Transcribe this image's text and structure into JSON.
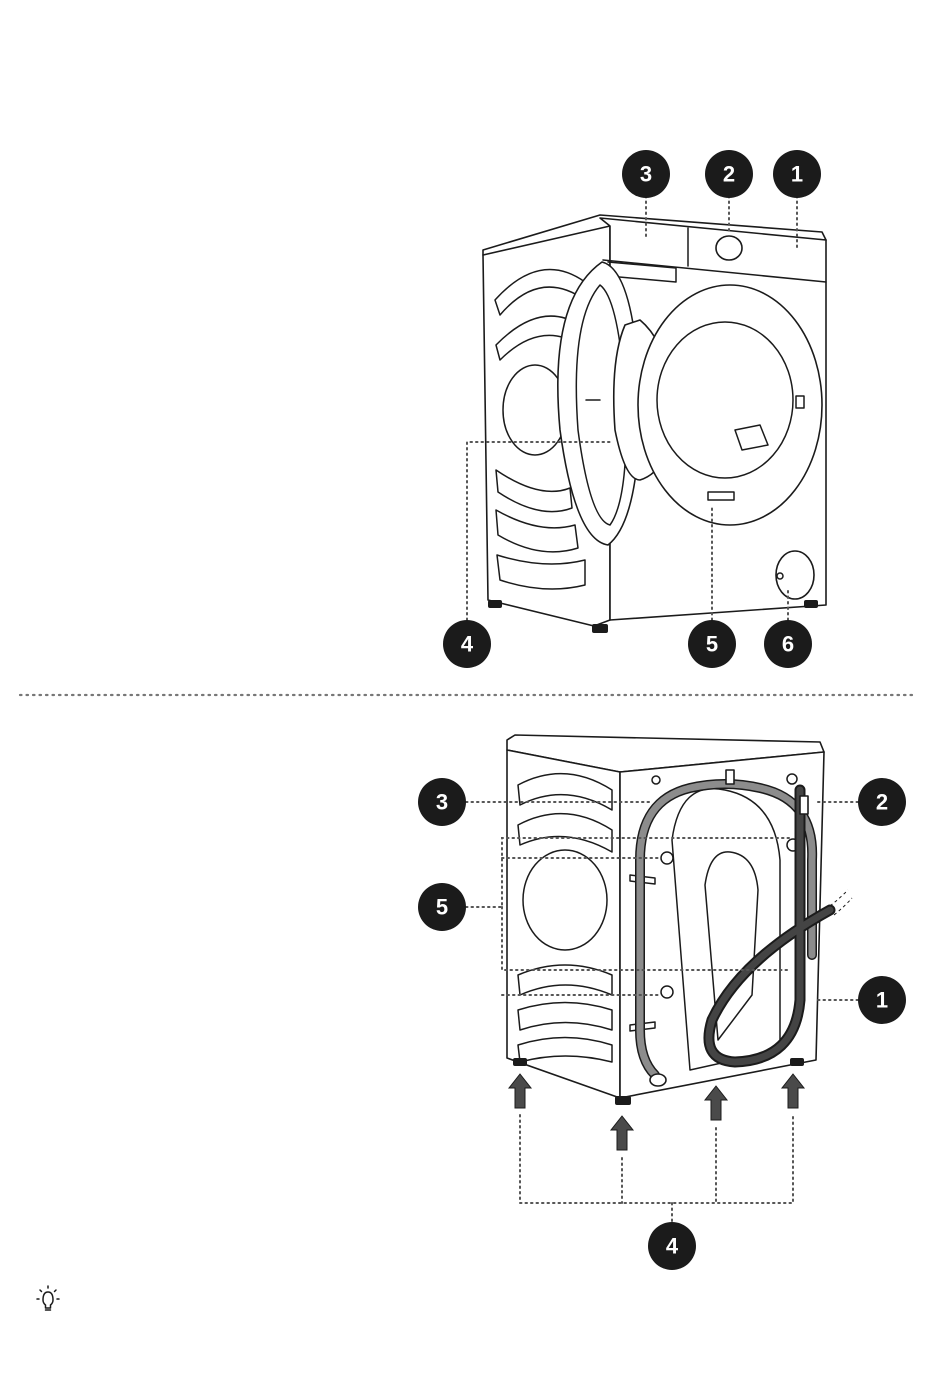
{
  "front_view": {
    "labels": [
      "1",
      "2",
      "3",
      "4",
      "5",
      "6"
    ]
  },
  "rear_view": {
    "labels": [
      "1",
      "2",
      "3",
      "4",
      "5"
    ]
  },
  "tip_icon": "lightbulb-icon",
  "colors": {
    "badge": "#1b1b1b",
    "badge_text": "#ffffff",
    "arrow": "#4a4a4a",
    "drain_hose": "#444444",
    "inlet_hose": "#8c8c8c"
  }
}
